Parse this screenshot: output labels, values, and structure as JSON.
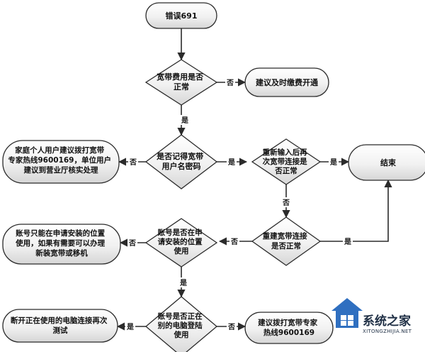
{
  "nodes": {
    "start": [
      "错误691"
    ],
    "fee_check": [
      "宽带费用是否",
      "正常"
    ],
    "fee_advice": [
      "建议及时缴费开通"
    ],
    "remember_check": [
      "是否记得宽带",
      "用户名密码"
    ],
    "home_advice": [
      "家庭个人用户建议拨打宽带",
      "专家热线9600169，单位用户",
      "建议到营业厅核实处理"
    ],
    "reenter_check": [
      "重新输入后再",
      "次宽带连接是",
      "否正常"
    ],
    "end": [
      "结束"
    ],
    "rebuild_check": [
      "重建宽带连接",
      "是否正常"
    ],
    "location_check": [
      "账号是否在申",
      "请安装的位置",
      "使用"
    ],
    "location_advice": [
      "账号只能在申请安装的位置",
      "使用，如果有需要可以办理",
      "新装宽带或移机"
    ],
    "other_pc_check": [
      "账号是否正在",
      "别的电脑登陆",
      "使用"
    ],
    "disconnect_advice": [
      "断开正在使用的电脑连接再次",
      "测试"
    ],
    "hotline_advice": [
      "建议拨打宽带专家",
      "热线9600169"
    ]
  },
  "labels": {
    "yes": "是",
    "no": "否"
  },
  "watermark": {
    "title": "系统之家",
    "url": "XITONGZHIJIA.NET"
  },
  "colors": {
    "stroke": "#2b2b2b",
    "fill_top": "#ffffff",
    "fill_bottom": "#dcdcdc",
    "logo_blue": "#2f6fc0",
    "logo_dark": "#1f2f45"
  }
}
